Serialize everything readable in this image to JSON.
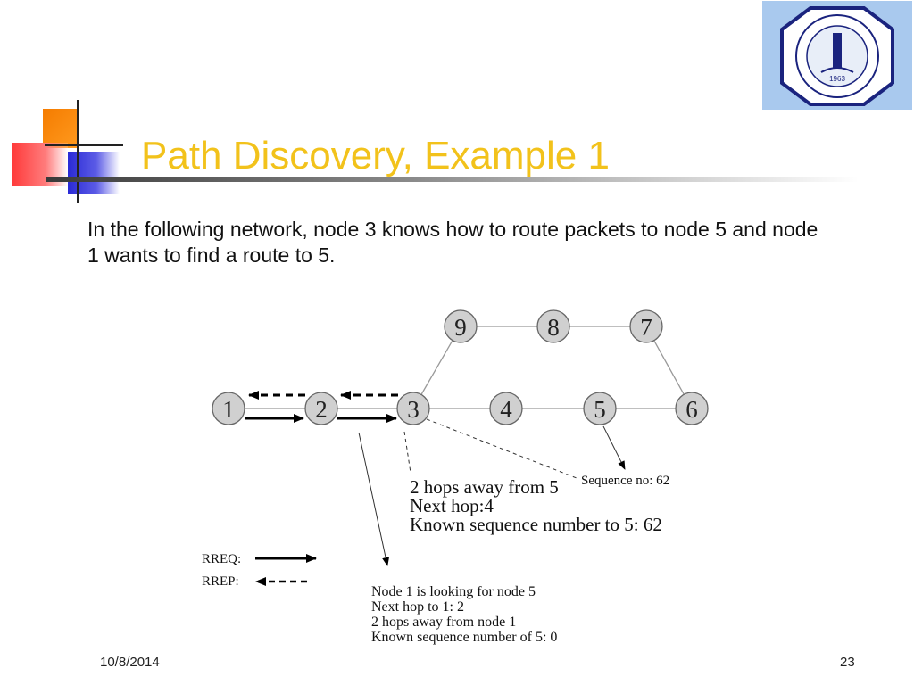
{
  "slide": {
    "title": "Path Discovery, Example 1",
    "body": "In the following network, node 3 knows how to route packets to node 5 and node 1 wants to find a route to 5.",
    "date": "10/8/2014",
    "page_number": "23"
  },
  "logo": {
    "icon": "university-seal-icon",
    "seal_year": "1963"
  },
  "diagram": {
    "nodes": [
      "1",
      "2",
      "3",
      "4",
      "5",
      "6",
      "7",
      "8",
      "9"
    ],
    "annotation_node3": {
      "line1": "2 hops away from 5",
      "line2": "Next hop:4",
      "line3": "Known sequence number to 5: 62"
    },
    "annotation_node5": "Sequence no: 62",
    "annotation_node1": {
      "line1": "Node 1 is looking for node 5",
      "line2": "Next hop to 1: 2",
      "line3": "2 hops away from node 1",
      "line4": "Known sequence number of 5: 0"
    },
    "legend": {
      "rreq": "RREQ:",
      "rrep": "RREP:"
    }
  },
  "colors": {
    "title": "#f2c21b",
    "node_fill": "#d0d0d0",
    "deco_orange": "#f57c00",
    "deco_blue": "#2a2ad6",
    "deco_red": "#ff3b3b",
    "logo_bg": "#a9c9ee"
  }
}
